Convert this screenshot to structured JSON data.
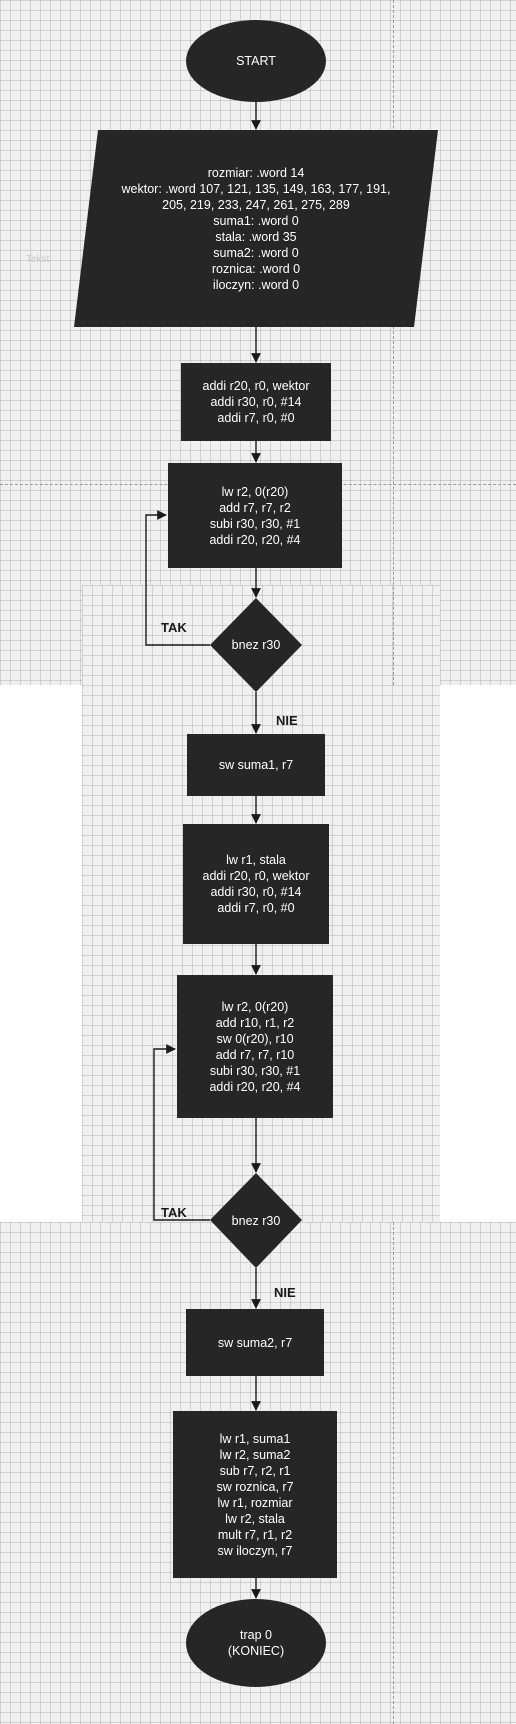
{
  "start": {
    "text": "START"
  },
  "declarations": {
    "lines": [
      "rozmiar: .word 14",
      "wektor: .word 107, 121, 135, 149, 163, 177, 191,",
      "205, 219, 233, 247, 261, 275, 289",
      "suma1: .word 0",
      "stala: .word 35",
      "suma2: .word 0",
      "roznica: .word 0",
      "iloczyn: .word 0"
    ]
  },
  "faint_text": "Tekst",
  "init1": {
    "lines": [
      "addi r20, r0, wektor",
      "addi r30, r0, #14",
      "addi r7, r0, #0"
    ]
  },
  "loop1": {
    "lines": [
      "lw r2, 0(r20)",
      "add r7, r7, r2",
      "subi r30, r30, #1",
      "addi r20, r20, #4"
    ]
  },
  "decision1": {
    "text": "bnez r30",
    "yes": "TAK",
    "no": "NIE"
  },
  "store1": {
    "lines": [
      "sw suma1, r7"
    ]
  },
  "init2": {
    "lines": [
      "lw r1, stala",
      "addi r20, r0, wektor",
      "addi r30, r0, #14",
      "addi r7, r0, #0"
    ]
  },
  "loop2": {
    "lines": [
      "lw r2, 0(r20)",
      "add r10, r1, r2",
      "sw 0(r20), r10",
      "add r7, r7, r10",
      "subi r30, r30, #1",
      "addi r20, r20, #4"
    ]
  },
  "decision2": {
    "text": "bnez r30",
    "yes": "TAK",
    "no": "NIE"
  },
  "store2": {
    "lines": [
      "sw suma2, r7"
    ]
  },
  "final": {
    "lines": [
      "lw r1, suma1",
      "lw r2, suma2",
      "sub r7, r2, r1",
      "sw roznica, r7",
      "lw r1, rozmiar",
      "lw r2, stala",
      "mult r7, r1, r2",
      "sw iloczyn, r7"
    ]
  },
  "end": {
    "lines": [
      "trap 0",
      "(KONIEC)"
    ]
  },
  "colors": {
    "node_fill": "#262626",
    "node_text": "#ffffff",
    "edge": "#1a1a1a",
    "grid_bg": "#f0f0f0"
  }
}
